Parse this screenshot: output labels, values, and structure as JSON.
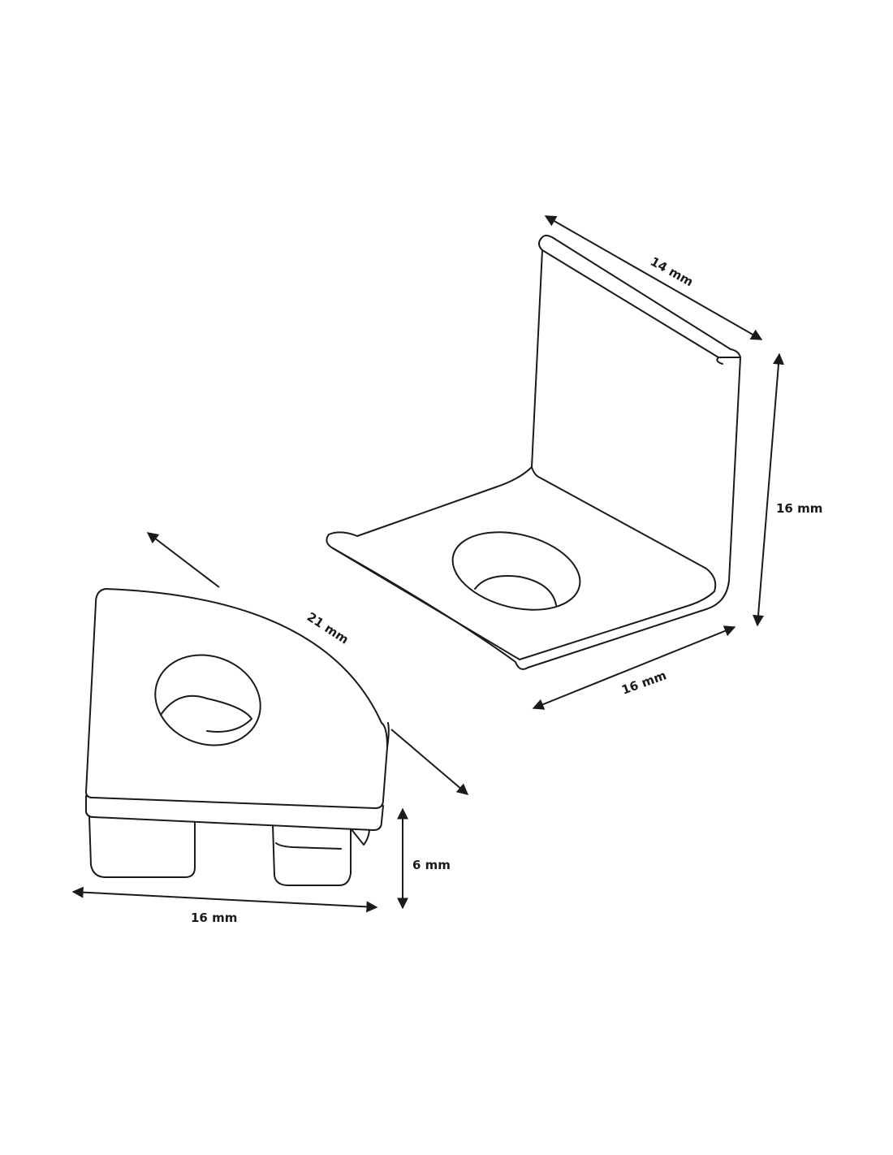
{
  "drawing": {
    "bracket": {
      "dimensions": {
        "depth": "14 mm",
        "height": "16 mm",
        "width": "16 mm"
      }
    },
    "end_cap": {
      "dimensions": {
        "diagonal": "21 mm",
        "height": "6 mm",
        "width": "16 mm"
      }
    },
    "line_color": "#1a1a1a"
  }
}
